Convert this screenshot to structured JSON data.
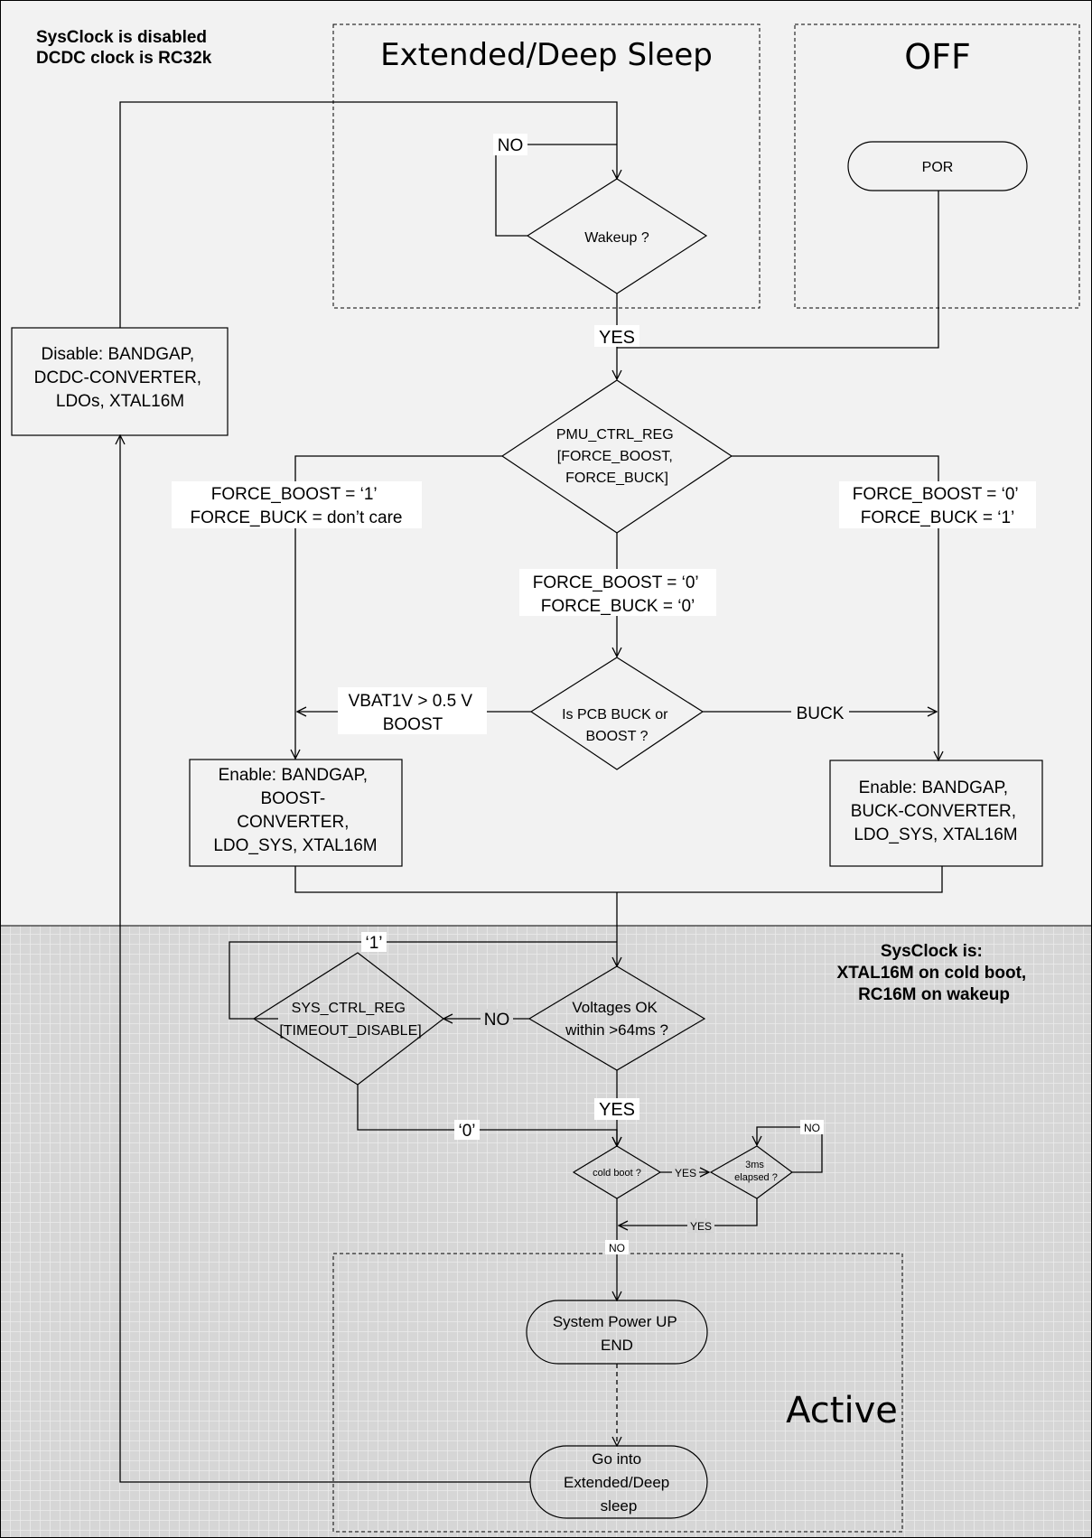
{
  "notes": {
    "top_left": [
      "SysClock is disabled",
      "DCDC clock is RC32k"
    ],
    "bottom_right": [
      "SysClock is:",
      "XTAL16M on cold boot,",
      "RC16M on wakeup"
    ]
  },
  "zones": {
    "sleep": "Extended/Deep Sleep",
    "off": "OFF",
    "active": "Active"
  },
  "nodes": {
    "por": "POR",
    "wakeup": "Wakeup ?",
    "disable": [
      "Disable: BANDGAP,",
      "DCDC-CONVERTER,",
      "LDOs, XTAL16M"
    ],
    "pmu": [
      "PMU_CTRL_REG",
      "[FORCE_BOOST,",
      "FORCE_BUCK]"
    ],
    "pcb": [
      "Is PCB BUCK or",
      "BOOST ?"
    ],
    "enable_boost": [
      "Enable: BANDGAP,",
      "BOOST-",
      "CONVERTER,",
      "LDO_SYS, XTAL16M"
    ],
    "enable_buck": [
      "Enable: BANDGAP,",
      "BUCK-CONVERTER,",
      "LDO_SYS, XTAL16M"
    ],
    "voltages": [
      "Voltages OK",
      "within >64ms ?"
    ],
    "sys_ctrl": [
      "SYS_CTRL_REG",
      "[TIMEOUT_DISABLE]"
    ],
    "cold_boot": "cold boot ?",
    "elapsed": [
      "3ms",
      "elapsed ?"
    ],
    "power_up": [
      "System Power UP",
      "END"
    ],
    "go_sleep": [
      "Go into",
      "Extended/Deep",
      "sleep"
    ]
  },
  "labels": {
    "no_wakeup": "NO",
    "yes_wakeup": "YES",
    "force_boost_1": [
      "FORCE_BOOST = ‘1’",
      "FORCE_BUCK = don’t care"
    ],
    "force_buck_1": [
      "FORCE_BOOST = ‘0’",
      "FORCE_BUCK = ‘1’"
    ],
    "force_both_0": [
      "FORCE_BOOST = ‘0’",
      "FORCE_BUCK = ‘0’"
    ],
    "boost": [
      "VBAT1V > 0.5 V",
      "BOOST"
    ],
    "buck": "BUCK",
    "one": "‘1’",
    "zero": "‘0’",
    "no_voltages": "NO",
    "yes_voltages": "YES",
    "yes_cold": "YES",
    "no_elapsed": "NO",
    "yes_elapsed": "YES",
    "no_cold": "NO"
  },
  "colors": {
    "top_bg": "#f2f2f2",
    "grid_bg": "#d6d6d6",
    "grid_line": "#ececec",
    "sleep_fill": "#f2dcdb",
    "off_fill": "#e9e6ef",
    "active_fill": "#ebf1de"
  }
}
